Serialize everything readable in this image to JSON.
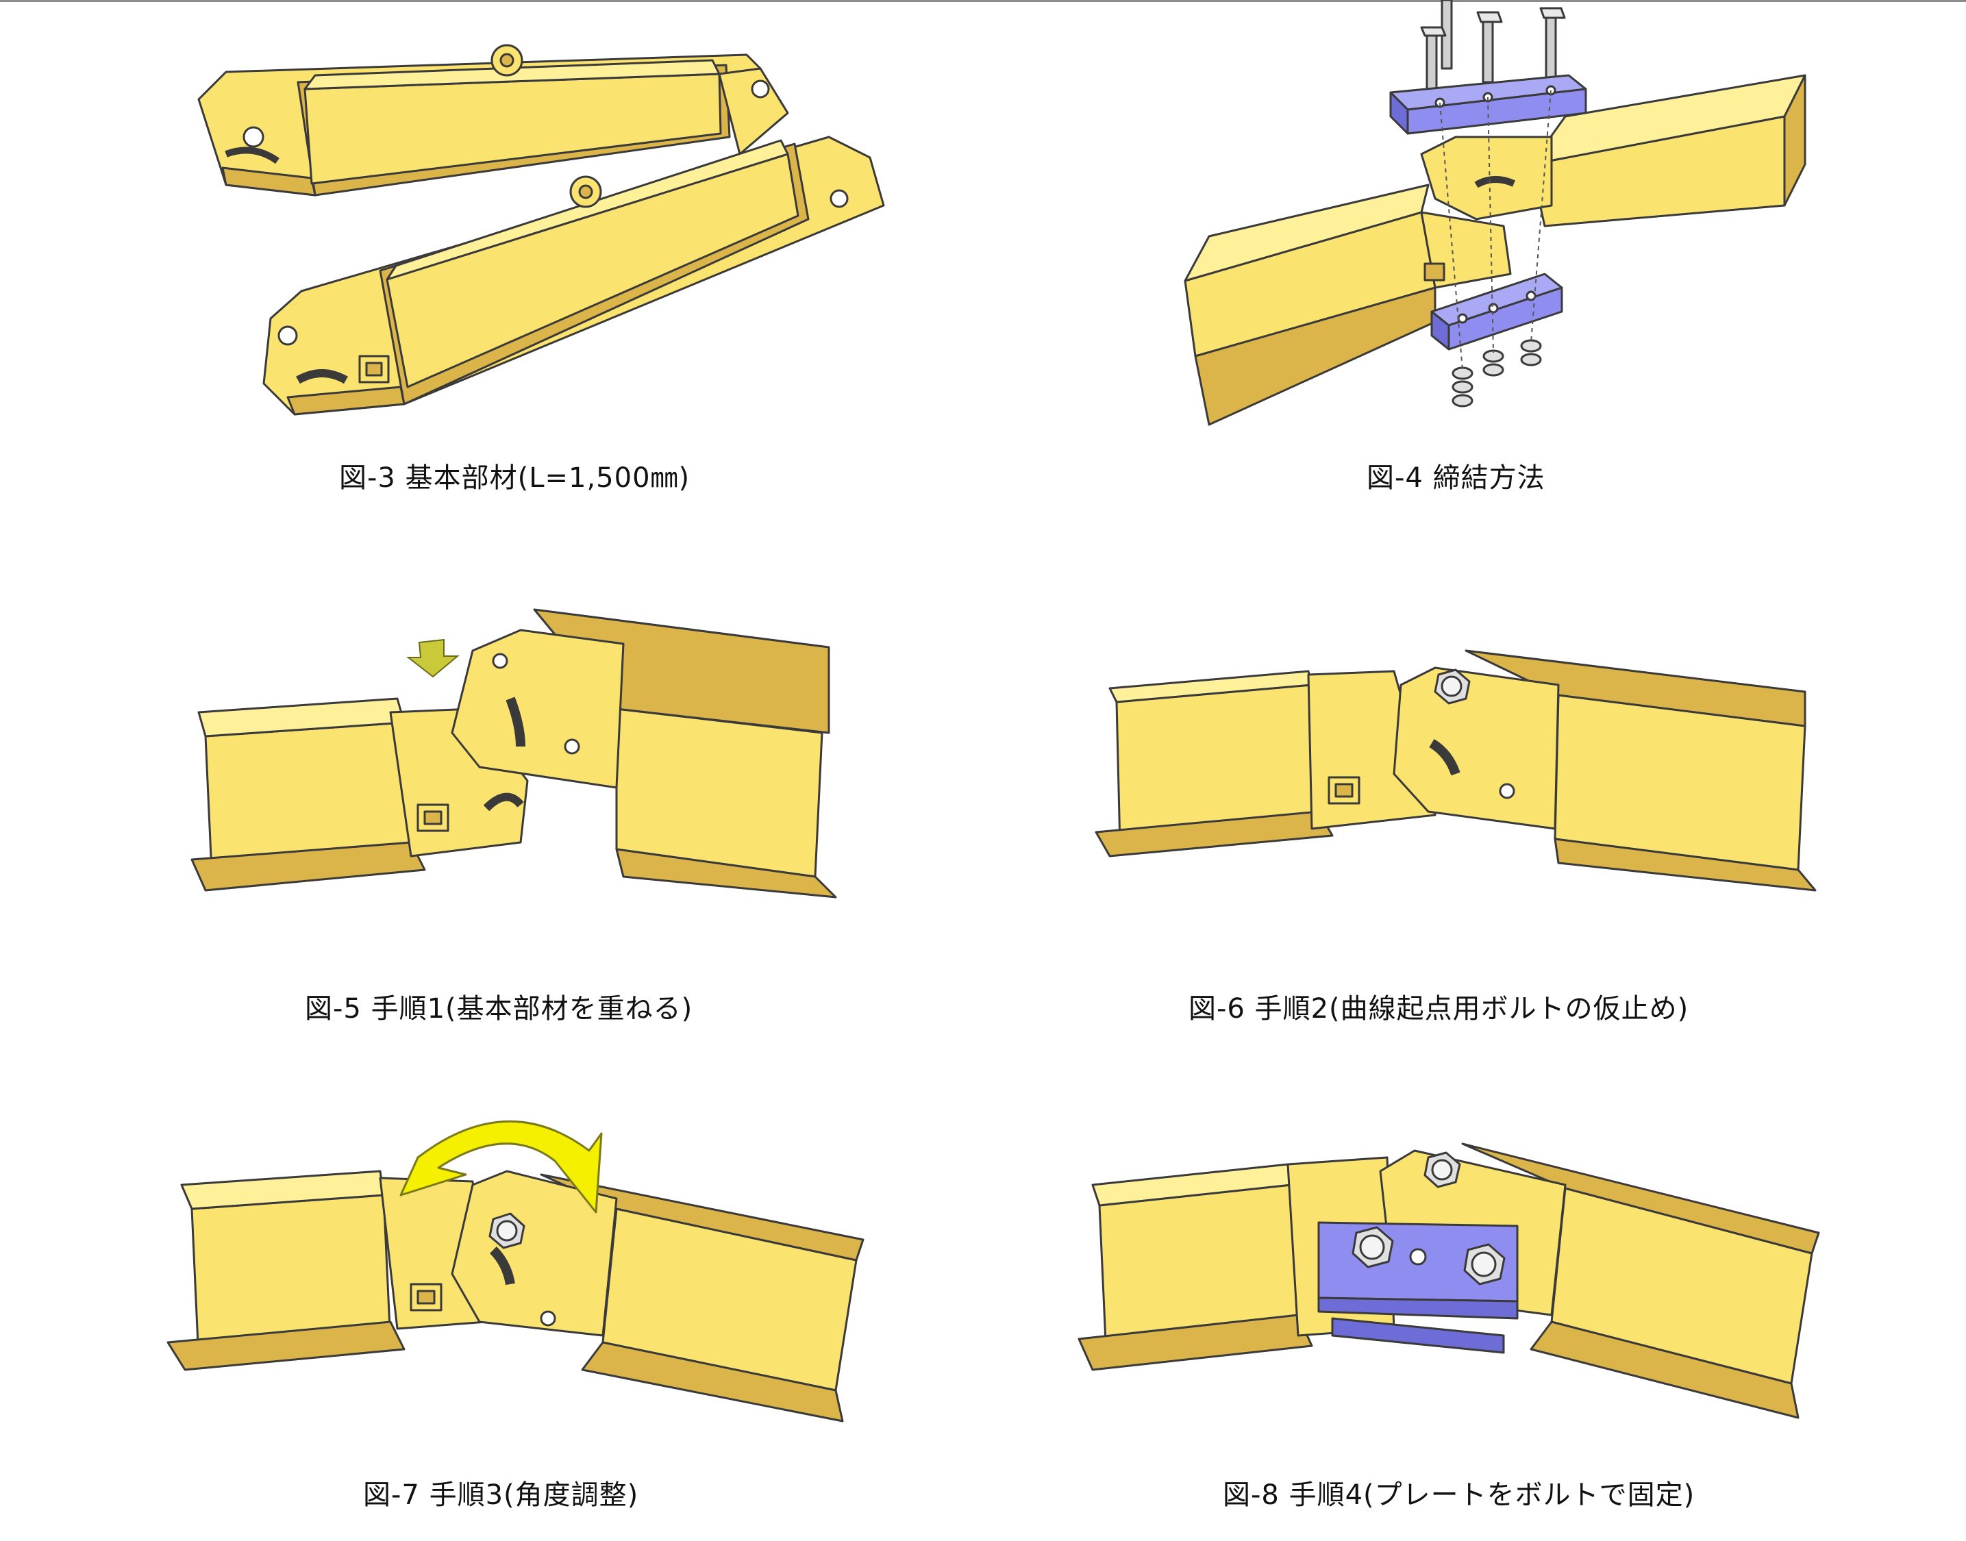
{
  "figures": [
    {
      "id": "fig3",
      "caption": "図-3  基本部材(L=1,500㎜)"
    },
    {
      "id": "fig4",
      "caption": "図-4  締結方法"
    },
    {
      "id": "fig5",
      "caption": "図-5  手順1(基本部材を重ねる)"
    },
    {
      "id": "fig6",
      "caption": "図-6  手順2(曲線起点用ボルトの仮止め)"
    },
    {
      "id": "fig7",
      "caption": "図-7  手順3(角度調整)"
    },
    {
      "id": "fig8",
      "caption": "図-8  手順4(プレートをボルトで固定)"
    }
  ],
  "colors": {
    "member_face": "#fbe36f",
    "member_dark": "#dcb54a",
    "member_light": "#fff09a",
    "outline": "#3a3a3a",
    "plate": "#8f8ef0",
    "plate_dark": "#6e6cd6",
    "bolt": "#d8d8d8",
    "arrow_green": "#c9c93a",
    "arrow_yellow": "#f4f000"
  }
}
